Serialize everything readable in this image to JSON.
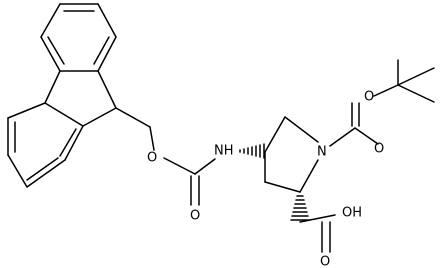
{
  "molecule": {
    "atom_labels": {
      "o_ester_fmoc": "O",
      "nh": "NH",
      "o_carbonyl_fmoc": "O",
      "n_ring": "N",
      "o_ester_boc": "O",
      "o_carbonyl_boc": "O",
      "oh": "OH",
      "o_carbonyl_acid": "O"
    }
  },
  "colors": {
    "bond": "#000000",
    "background": "#ffffff"
  }
}
